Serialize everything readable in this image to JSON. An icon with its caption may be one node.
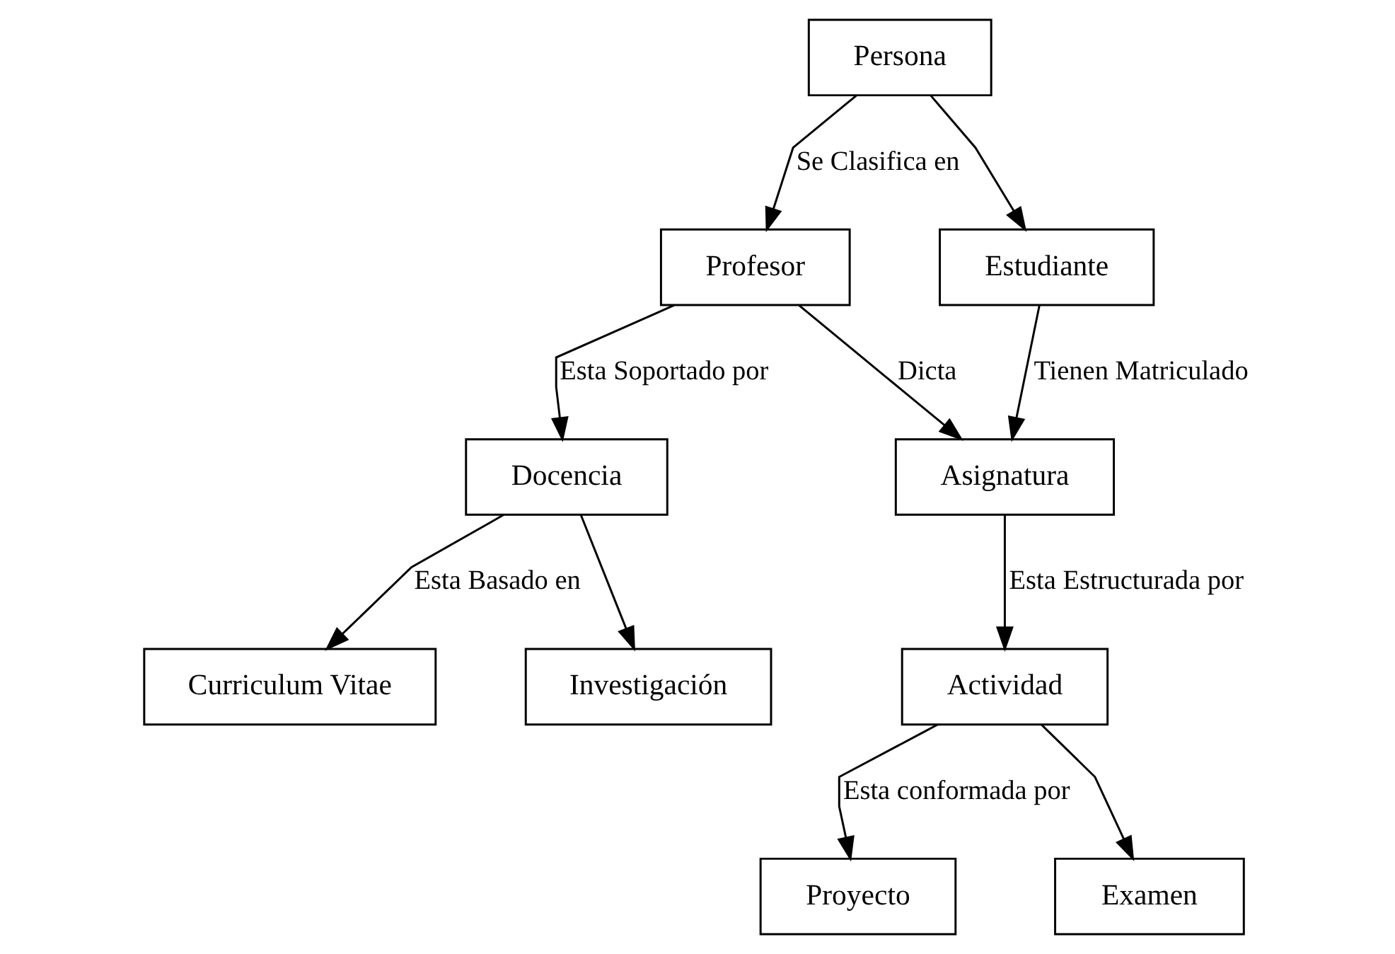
{
  "diagram": {
    "nodes": [
      {
        "text": [
          "Persona"
        ]
      },
      {
        "text": [
          "Profesor"
        ]
      },
      {
        "text": [
          "Estudiante"
        ]
      },
      {
        "text": [
          "Docencia"
        ]
      },
      {
        "text": [
          "Asignatura"
        ]
      },
      {
        "text": [
          "Curriculum Vitae"
        ]
      },
      {
        "text": [
          "Investigación"
        ]
      },
      {
        "text": [
          "Actividad"
        ]
      },
      {
        "text": [
          "Proyecto"
        ]
      },
      {
        "text": [
          "Examen"
        ]
      }
    ],
    "edges": [
      {
        "from": 0,
        "to": 1,
        "arrow": "to",
        "label": "Se Clasifica en"
      },
      {
        "from": 0,
        "to": 2,
        "arrow": "to"
      },
      {
        "from": 1,
        "to": 3,
        "arrow": "to",
        "label": "Esta Soportado por"
      },
      {
        "from": 1,
        "to": 4,
        "arrow": "to",
        "label": "Dicta"
      },
      {
        "from": 2,
        "to": 4,
        "arrow": "to",
        "label": "Tienen Matriculado"
      },
      {
        "from": 3,
        "to": 5,
        "arrow": "to",
        "label": "Esta Basado en"
      },
      {
        "from": 3,
        "to": 6,
        "arrow": "to"
      },
      {
        "from": 4,
        "to": 7,
        "arrow": "to",
        "label": "Esta Estructurada por"
      },
      {
        "from": 7,
        "to": 8,
        "arrow": "to",
        "label": "Esta conformada por"
      },
      {
        "from": 7,
        "to": 9,
        "arrow": "to"
      }
    ]
  }
}
